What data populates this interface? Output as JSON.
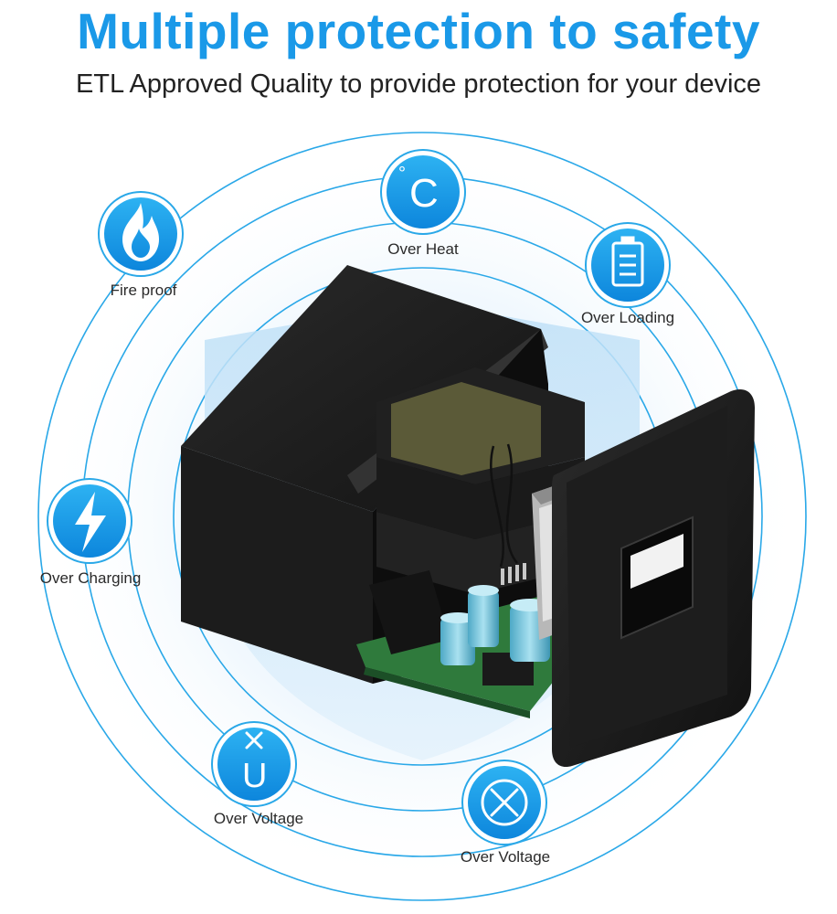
{
  "header": {
    "title": "Multiple protection to safety",
    "subtitle": "ETL Approved Quality to provide protection for your device"
  },
  "badges": {
    "over_heat": {
      "label": "Over Heat",
      "symbol": "C",
      "symbol_sup": "°",
      "icon": "celsius-icon"
    },
    "fire_proof": {
      "label": "Fire proof",
      "icon": "flame-icon"
    },
    "over_loading": {
      "label": "Over Loading",
      "icon": "battery-icon"
    },
    "over_charging": {
      "label": "Over Charging",
      "icon": "lightning-icon"
    },
    "over_voltage_left": {
      "label": "Over Voltage",
      "symbol_top": "×",
      "symbol": "U",
      "icon": "voltage-icon"
    },
    "over_voltage_right": {
      "label": "Over Voltage",
      "icon": "cross-circle-icon"
    }
  },
  "colors": {
    "brand_blue": "#1a99e8",
    "ring_blue": "#2aa8e8",
    "charger_black": "#1b1b1b",
    "pcb_green": "#2f7a3c",
    "capacitor_blue": "#6ec3dc"
  }
}
